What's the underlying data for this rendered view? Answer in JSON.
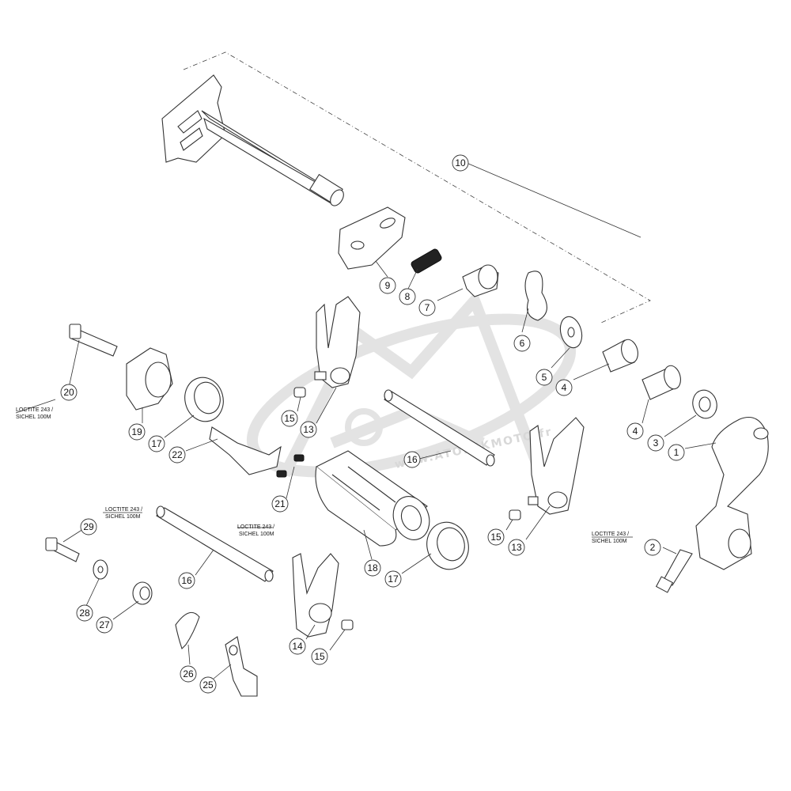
{
  "diagram": {
    "watermark_text": "www.ATOMIKMOTO.fr",
    "callouts": [
      {
        "id": "c1",
        "label": "1"
      },
      {
        "id": "c2",
        "label": "2"
      },
      {
        "id": "c3",
        "label": "3"
      },
      {
        "id": "c4a",
        "label": "4"
      },
      {
        "id": "c4b",
        "label": "4"
      },
      {
        "id": "c5",
        "label": "5"
      },
      {
        "id": "c6",
        "label": "6"
      },
      {
        "id": "c7",
        "label": "7"
      },
      {
        "id": "c8",
        "label": "8"
      },
      {
        "id": "c9",
        "label": "9"
      },
      {
        "id": "c10",
        "label": "10"
      },
      {
        "id": "c13a",
        "label": "13"
      },
      {
        "id": "c13b",
        "label": "13"
      },
      {
        "id": "c14",
        "label": "14"
      },
      {
        "id": "c15a",
        "label": "15"
      },
      {
        "id": "c15b",
        "label": "15"
      },
      {
        "id": "c15c",
        "label": "15"
      },
      {
        "id": "c16a",
        "label": "16"
      },
      {
        "id": "c16b",
        "label": "16"
      },
      {
        "id": "c17a",
        "label": "17"
      },
      {
        "id": "c17b",
        "label": "17"
      },
      {
        "id": "c18",
        "label": "18"
      },
      {
        "id": "c19",
        "label": "19"
      },
      {
        "id": "c20",
        "label": "20"
      },
      {
        "id": "c21",
        "label": "21"
      },
      {
        "id": "c22",
        "label": "22"
      },
      {
        "id": "c25",
        "label": "25"
      },
      {
        "id": "c26",
        "label": "26"
      },
      {
        "id": "c27",
        "label": "27"
      },
      {
        "id": "c28",
        "label": "28"
      },
      {
        "id": "c29",
        "label": "29"
      }
    ],
    "notes": [
      {
        "id": "n20",
        "line1": "LOCTITE 243 /",
        "line2": "SICHEL 100M"
      },
      {
        "id": "n29",
        "line1": "LOCTITE 243 /",
        "line2": "SICHEL 100M"
      },
      {
        "id": "n21",
        "line1": "LOCTITE 243 /",
        "line2": "SICHEL 100M"
      },
      {
        "id": "n2",
        "line1": "LOCTITE 243 /",
        "line2": "SICHEL 100M"
      }
    ]
  }
}
